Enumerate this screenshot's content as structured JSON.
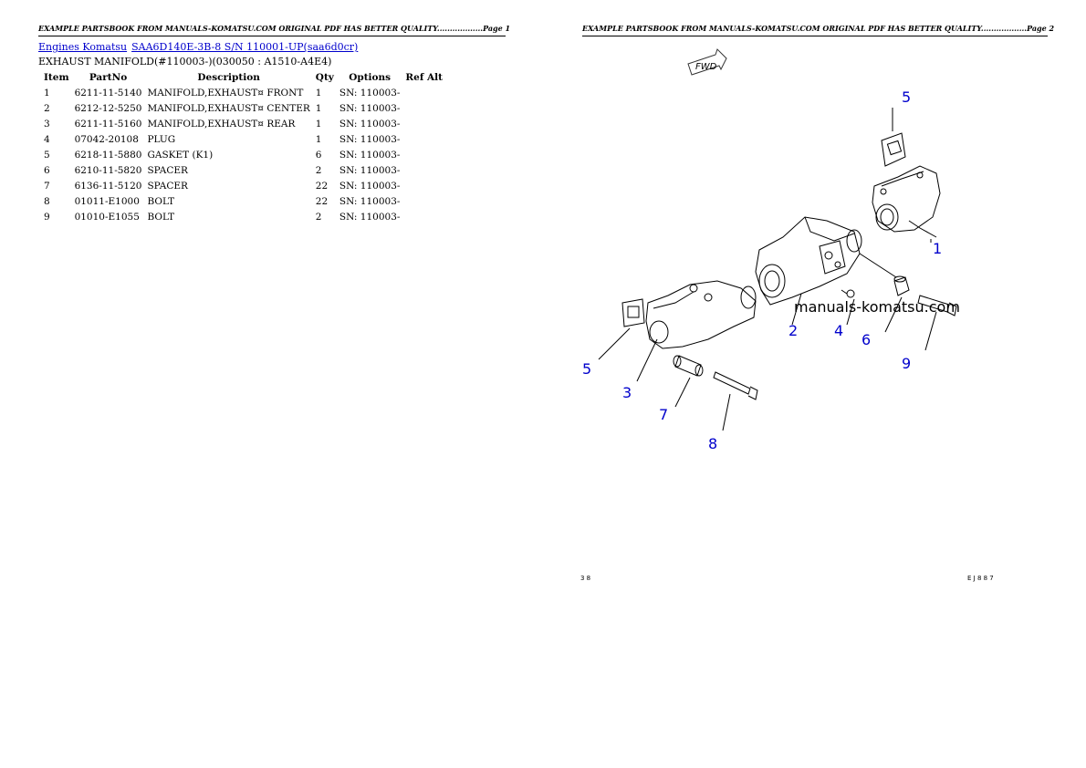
{
  "headers": {
    "page1": "EXAMPLE PARTSBOOK FROM MANUALS-KOMATSU.COM ORIGINAL PDF HAS BETTER QUALITY..................Page 1",
    "page2": "EXAMPLE PARTSBOOK FROM MANUALS-KOMATSU.COM ORIGINAL PDF HAS BETTER QUALITY..................Page 2"
  },
  "breadcrumb": {
    "link1": "Engines Komatsu",
    "link2": "SAA6D140E-3B-8 S/N 110001-UP(saa6d0cr)"
  },
  "section_title": "EXHAUST MANIFOLD(#110003-)(030050 : A1510-A4E4)",
  "table": {
    "columns": [
      "Item",
      "PartNo",
      "Description",
      "Qty",
      "Options",
      "Ref Alt"
    ],
    "rows": [
      {
        "item": "1",
        "partno": "6211-11-5140",
        "desc": "MANIFOLD,EXHAUST¤ FRONT",
        "qty": "1",
        "options": "SN: 110003-",
        "ref": ""
      },
      {
        "item": "2",
        "partno": "6212-12-5250",
        "desc": "MANIFOLD,EXHAUST¤ CENTER",
        "qty": "1",
        "options": "SN: 110003-",
        "ref": ""
      },
      {
        "item": "3",
        "partno": "6211-11-5160",
        "desc": "MANIFOLD,EXHAUST¤ REAR",
        "qty": "1",
        "options": "SN: 110003-",
        "ref": ""
      },
      {
        "item": "4",
        "partno": "07042-20108",
        "desc": "PLUG",
        "qty": "1",
        "options": "SN: 110003-",
        "ref": ""
      },
      {
        "item": "5",
        "partno": "6218-11-5880",
        "desc": "GASKET (K1)",
        "qty": "6",
        "options": "SN: 110003-",
        "ref": ""
      },
      {
        "item": "6",
        "partno": "6210-11-5820",
        "desc": "SPACER",
        "qty": "2",
        "options": "SN: 110003-",
        "ref": ""
      },
      {
        "item": "7",
        "partno": "6136-11-5120",
        "desc": "SPACER",
        "qty": "22",
        "options": "SN: 110003-",
        "ref": ""
      },
      {
        "item": "8",
        "partno": "01011-E1000",
        "desc": "BOLT",
        "qty": "22",
        "options": "SN: 110003-",
        "ref": ""
      },
      {
        "item": "9",
        "partno": "01010-E1055",
        "desc": "BOLT",
        "qty": "2",
        "options": "SN: 110003-",
        "ref": ""
      }
    ]
  },
  "diagram": {
    "fwd_label": "FWD",
    "watermark": "manuals-komatsu.com",
    "footer_left": "3 8",
    "footer_right": "E J 8 8 7",
    "callouts": [
      "5",
      "1",
      "2",
      "4",
      "6",
      "9",
      "5",
      "3",
      "7",
      "8"
    ]
  }
}
